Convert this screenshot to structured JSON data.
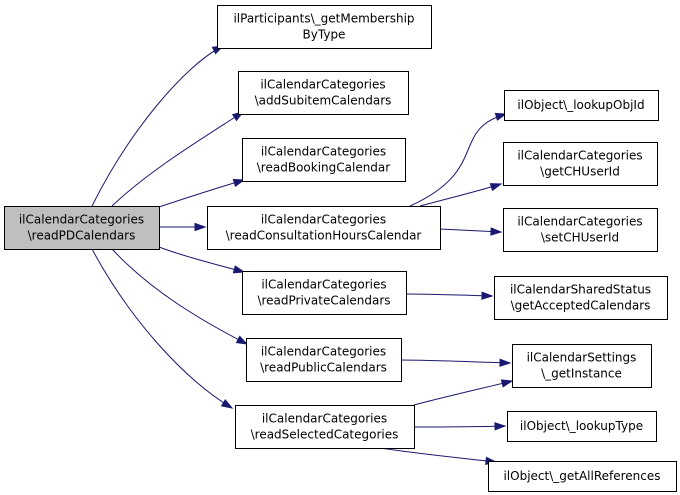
{
  "diagram": {
    "edge_color": "#191970",
    "root_fill": "#bfbfbf",
    "nodes": [
      {
        "id": "readPDCalendars",
        "lines": [
          "ilCalendarCategories",
          "\\readPDCalendars"
        ],
        "root": true
      },
      {
        "id": "getMembershipByType",
        "lines": [
          "ilParticipants\\_getMembership",
          "ByType"
        ]
      },
      {
        "id": "addSubitemCalendars",
        "lines": [
          "ilCalendarCategories",
          "\\addSubitemCalendars"
        ]
      },
      {
        "id": "readBookingCalendar",
        "lines": [
          "ilCalendarCategories",
          "\\readBookingCalendar"
        ]
      },
      {
        "id": "readConsultationHoursCalendar",
        "lines": [
          "ilCalendarCategories",
          "\\readConsultationHoursCalendar"
        ]
      },
      {
        "id": "readPrivateCalendars",
        "lines": [
          "ilCalendarCategories",
          "\\readPrivateCalendars"
        ]
      },
      {
        "id": "readPublicCalendars",
        "lines": [
          "ilCalendarCategories",
          "\\readPublicCalendars"
        ]
      },
      {
        "id": "readSelectedCategories",
        "lines": [
          "ilCalendarCategories",
          "\\readSelectedCategories"
        ]
      },
      {
        "id": "lookupObjId",
        "lines": [
          "ilObject\\_lookupObjId"
        ]
      },
      {
        "id": "getCHUserId",
        "lines": [
          "ilCalendarCategories",
          "\\getCHUserId"
        ]
      },
      {
        "id": "setCHUserId",
        "lines": [
          "ilCalendarCategories",
          "\\setCHUserId"
        ]
      },
      {
        "id": "getAcceptedCalendars",
        "lines": [
          "ilCalendarSharedStatus",
          "\\getAcceptedCalendars"
        ]
      },
      {
        "id": "getInstance",
        "lines": [
          "ilCalendarSettings",
          "\\_getInstance"
        ]
      },
      {
        "id": "lookupType",
        "lines": [
          "ilObject\\_lookupType"
        ]
      },
      {
        "id": "getAllReferences",
        "lines": [
          "ilObject\\_getAllReferences"
        ]
      }
    ],
    "edges": [
      {
        "from": "readPDCalendars",
        "to": "getMembershipByType"
      },
      {
        "from": "readPDCalendars",
        "to": "addSubitemCalendars"
      },
      {
        "from": "readPDCalendars",
        "to": "readBookingCalendar"
      },
      {
        "from": "readPDCalendars",
        "to": "readConsultationHoursCalendar"
      },
      {
        "from": "readPDCalendars",
        "to": "readPrivateCalendars"
      },
      {
        "from": "readPDCalendars",
        "to": "readPublicCalendars"
      },
      {
        "from": "readPDCalendars",
        "to": "readSelectedCategories"
      },
      {
        "from": "readConsultationHoursCalendar",
        "to": "lookupObjId"
      },
      {
        "from": "readConsultationHoursCalendar",
        "to": "getCHUserId"
      },
      {
        "from": "readConsultationHoursCalendar",
        "to": "setCHUserId"
      },
      {
        "from": "readPrivateCalendars",
        "to": "getAcceptedCalendars"
      },
      {
        "from": "readPublicCalendars",
        "to": "getInstance"
      },
      {
        "from": "readSelectedCategories",
        "to": "getInstance"
      },
      {
        "from": "readSelectedCategories",
        "to": "lookupType"
      },
      {
        "from": "readSelectedCategories",
        "to": "getAllReferences"
      }
    ]
  }
}
